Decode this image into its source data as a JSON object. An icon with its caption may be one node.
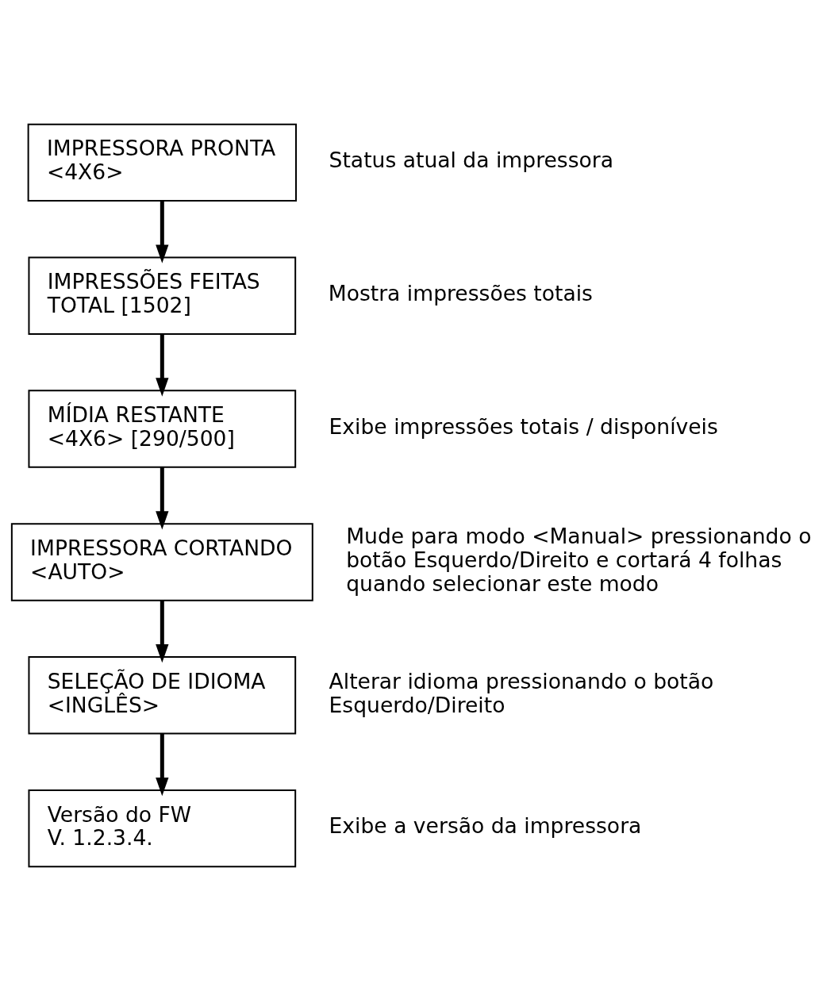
{
  "diagram": {
    "nodes": [
      {
        "text": [
          "IMPRESSORA PRONTA",
          "<4X6>"
        ],
        "beside": [
          "Status atual da impressora"
        ]
      },
      {
        "text": [
          "IMPRESSÕES FEITAS",
          "TOTAL [1502]"
        ],
        "beside": [
          "Mostra impressões totais"
        ]
      },
      {
        "text": [
          "MÍDIA RESTANTE",
          "<4X6> [290/500]"
        ],
        "beside": [
          "Exibe impressões totais / disponíveis"
        ]
      },
      {
        "text": [
          "IMPRESSORA CORTANDO",
          "<AUTO>"
        ],
        "beside": [
          "Mude para modo <Manual> pressionando o botão Esquerdo/Direito e cortará 4 folhas quando selecionar este modo"
        ]
      },
      {
        "text": [
          "SELEÇÃO DE IDIOMA",
          "<INGLÊS>"
        ],
        "beside": [
          "Alterar idioma pressionando o botão Esquerdo/Direito"
        ]
      },
      {
        "text": [
          "Versão do FW",
          "V. 1.2.3.4."
        ],
        "beside": [
          "Exibe a versão da impressora"
        ]
      }
    ],
    "edges": [
      {
        "from": 0,
        "to": 1,
        "arrow": "to"
      },
      {
        "from": 1,
        "to": 2,
        "arrow": "to"
      },
      {
        "from": 2,
        "to": 3,
        "arrow": "to"
      },
      {
        "from": 3,
        "to": 4,
        "arrow": "to"
      },
      {
        "from": 4,
        "to": 5,
        "arrow": "to"
      }
    ]
  }
}
